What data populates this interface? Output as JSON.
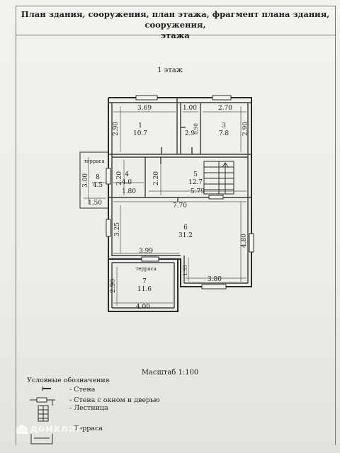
{
  "header": {
    "title_line1": "План здания, сооружения, план этажа, фрагмент плана здания, сооружения,",
    "title_line2": "этажа"
  },
  "floor_label": "1 этаж",
  "rooms": [
    {
      "num": "1",
      "area": "10.7"
    },
    {
      "num": "3",
      "area": "7.8"
    },
    {
      "num": "4",
      "area": "4.0"
    },
    {
      "num": "5",
      "area": "12.7"
    },
    {
      "num": "6",
      "area": "31.2"
    },
    {
      "num": "7",
      "area": "11.6"
    },
    {
      "num": "8",
      "area": "4.5"
    }
  ],
  "room2_area": "2.9",
  "terrace_small": "терраса",
  "terrace_big": "терраса",
  "dims": {
    "d_369": "3.69",
    "d_100": "1.00",
    "d_270": "2.70",
    "d_290_left": "2.90",
    "d_290_right": "2.90",
    "d_090": "0.90",
    "d_220a": "2.20",
    "d_220b": "2.20",
    "d_180": "1.80",
    "d_579": "5.79",
    "d_300": "3.00",
    "d_150": "1.50",
    "d_770": "7.70",
    "d_325": "3.25",
    "d_480": "4.80",
    "d_399": "3.99",
    "d_155": "1.55",
    "d_380": "3.80",
    "d_290_terrace": "2.90",
    "d_400": "4.00"
  },
  "scale": "Масштаб 1:100",
  "legend": {
    "title": "Условные обозначения",
    "wall": "- Стена",
    "wall_window_door": "- Стена с окном и дверью",
    "stairs": "- Лестница",
    "terrace": "- Терраса"
  },
  "watermark": "домклик"
}
